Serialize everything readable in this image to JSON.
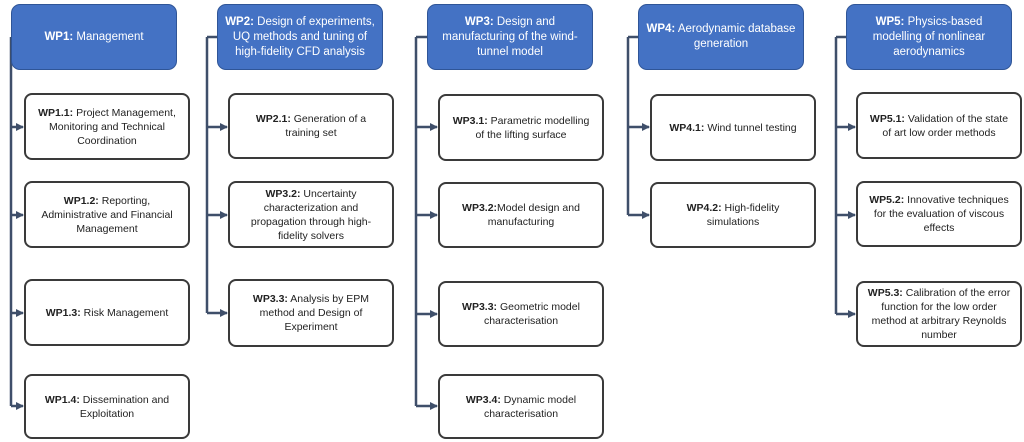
{
  "colors": {
    "header_fill": "#4472c4",
    "connector": "#3f4f6a",
    "box_border": "#3a3a3a"
  },
  "wp1": {
    "header": {
      "code": "WP1:",
      "title": "Management"
    },
    "tasks": [
      {
        "code": "WP1.1:",
        "title": "Project Management, Monitoring and Technical Coordination"
      },
      {
        "code": "WP1.2:",
        "title": "Reporting, Administrative and Financial Management"
      },
      {
        "code": "WP1.3:",
        "title": "Risk Management"
      },
      {
        "code": "WP1.4:",
        "title": "Dissemination and Exploitation"
      }
    ]
  },
  "wp2": {
    "header": {
      "code": "WP2:",
      "title": "Design of experiments, UQ methods and tuning of high-fidelity CFD analysis"
    },
    "tasks": [
      {
        "code": "WP2.1:",
        "title": "Generation of a training set"
      },
      {
        "code": "WP3.2:",
        "title": "Uncertainty characterization and propagation through high-fidelity solvers"
      },
      {
        "code": "WP3.3:",
        "title": "Analysis by EPM method and Design of Experiment"
      }
    ]
  },
  "wp3": {
    "header": {
      "code": "WP3:",
      "title": "Design and manufacturing of the wind-tunnel model"
    },
    "tasks": [
      {
        "code": "WP3.1:",
        "title": "Parametric modelling of the lifting surface"
      },
      {
        "code": "WP3.2:",
        "title": "Model design and manufacturing"
      },
      {
        "code": "WP3.3:",
        "title": "Geometric model characterisation"
      },
      {
        "code": "WP3.4:",
        "title": "Dynamic model characterisation"
      }
    ]
  },
  "wp4": {
    "header": {
      "code": "WP4:",
      "title": "Aerodynamic database generation"
    },
    "tasks": [
      {
        "code": "WP4.1:",
        "title": "Wind tunnel testing"
      },
      {
        "code": "WP4.2:",
        "title": "High-fidelity simulations"
      }
    ]
  },
  "wp5": {
    "header": {
      "code": "WP5:",
      "title": "Physics-based modelling of nonlinear aerodynamics"
    },
    "tasks": [
      {
        "code": "WP5.1:",
        "title": "Validation of the state of art low order methods"
      },
      {
        "code": "WP5.2:",
        "title": "Innovative techniques for the evaluation of viscous effects"
      },
      {
        "code": "WP5.3:",
        "title": "Calibration of the error function for the low order method at arbitrary Reynolds number"
      }
    ]
  }
}
